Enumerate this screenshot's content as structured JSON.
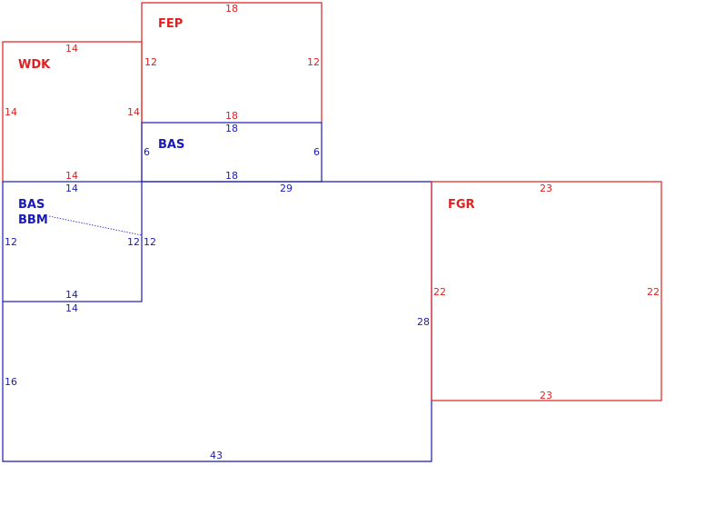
{
  "colors": {
    "red": "#e02020",
    "blue": "#1a1ab8"
  },
  "areas": {
    "fep": {
      "label": "FEP",
      "dims": {
        "top": "18",
        "left": "12",
        "right": "12",
        "bottom": "18"
      }
    },
    "wdk": {
      "label": "WDK",
      "dims": {
        "top": "14",
        "left": "14",
        "right": "14",
        "bottom": "14"
      }
    },
    "bas_top": {
      "label": "BAS",
      "dims": {
        "top": "18",
        "left": "6",
        "right": "6",
        "bottom": "18"
      }
    },
    "bas_left": {
      "label": "BAS",
      "sublabel": "BBM",
      "dims": {
        "top": "14",
        "left": "12",
        "right": "12",
        "bottom": "14"
      }
    },
    "main": {
      "dims": {
        "top": "29",
        "inner_left": "12",
        "inner_top": "14",
        "left": "16",
        "right": "28",
        "bottom": "43"
      }
    },
    "fgr": {
      "label": "FGR",
      "dims": {
        "top": "23",
        "left": "22",
        "right": "22",
        "bottom": "23"
      }
    }
  }
}
